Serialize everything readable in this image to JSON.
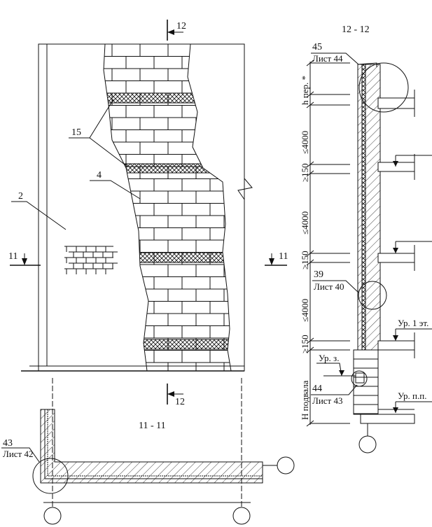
{
  "section_titles": {
    "s12": "12 - 12",
    "s11": "11 - 11"
  },
  "section_marks": {
    "top_12": "12",
    "bottom_12": "12",
    "left_11": "11",
    "right_11": "11"
  },
  "elevation_labels": {
    "item_15": "15",
    "item_4": "4",
    "item_2": "2"
  },
  "callouts": [
    {
      "num": "45",
      "sheet": "Лист 44"
    },
    {
      "num": "39",
      "sheet": "Лист 40"
    },
    {
      "num": "44",
      "sheet": "Лист 43"
    },
    {
      "num": "43",
      "sheet": "Лист 42"
    }
  ],
  "dimensions": [
    "h пер. *",
    "≤4000",
    "≥150",
    "≤4000",
    "≥150",
    "≤4000",
    "≥150",
    "H подвала"
  ],
  "levels": {
    "ground": "Ур. з.",
    "first_floor": "Ур. 1 эт.",
    "basement_floor": "Ур. п.п."
  }
}
